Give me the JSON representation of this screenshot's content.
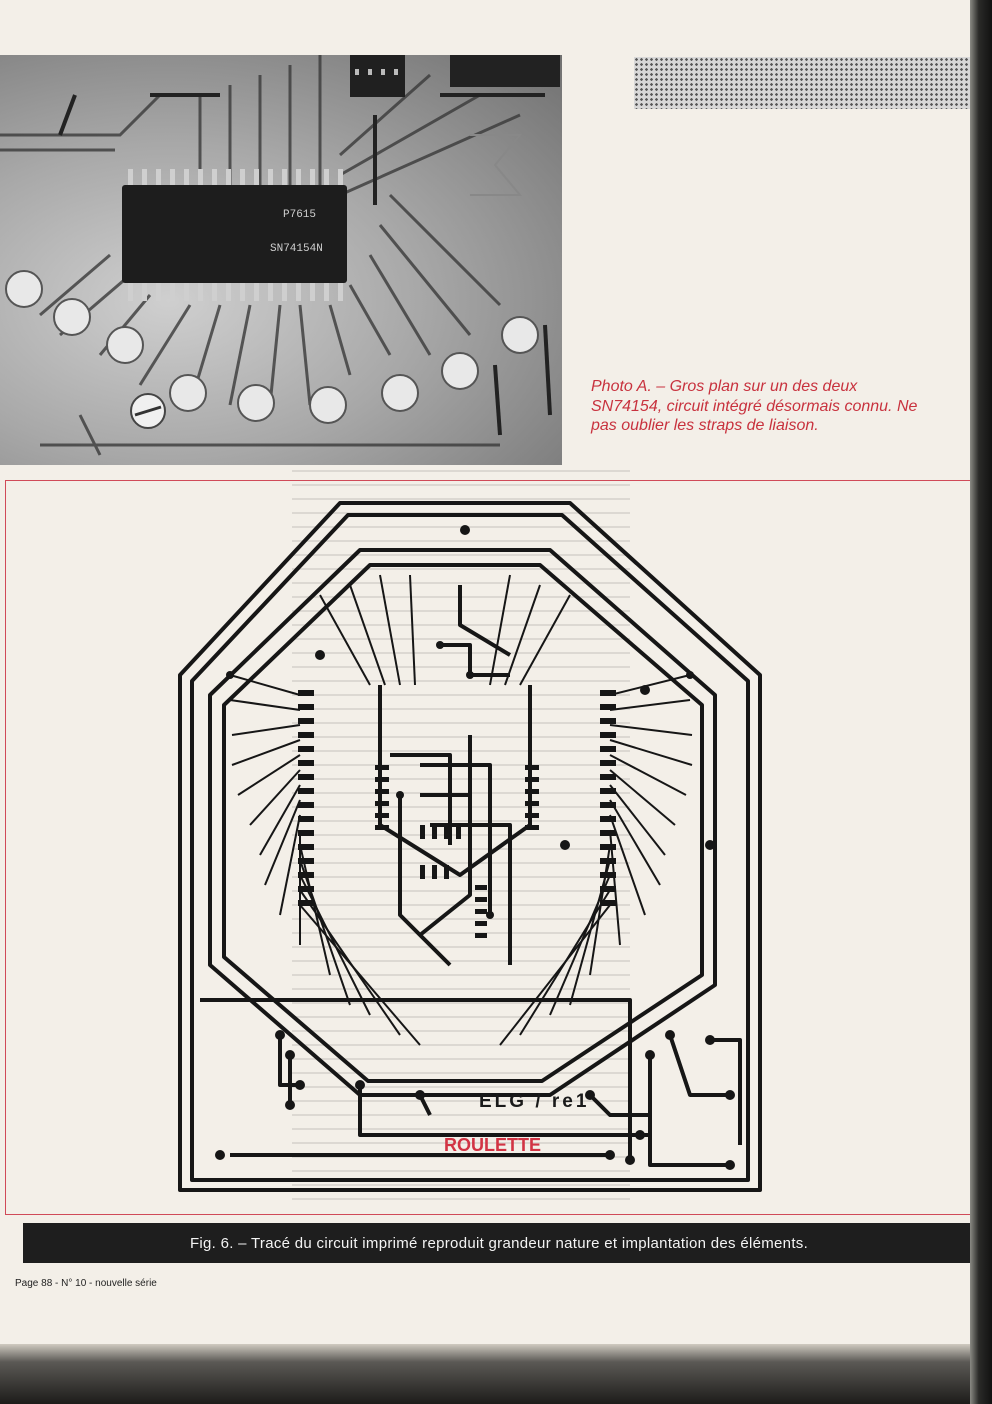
{
  "photo": {
    "chip_text": [
      "P7615",
      "SN74154N"
    ],
    "caption": "Photo A. – Gros plan sur un des deux SN74154, circuit intégré désormais connu. Ne pas oublier les straps de liaison."
  },
  "figure": {
    "board_label": "ELG / re1",
    "board_title": "ROULETTE",
    "caption": "Fig. 6. – Tracé du circuit imprimé reproduit grandeur nature et implantation des éléments."
  },
  "footer": {
    "text": "Page 88 - N° 10 - nouvelle série"
  },
  "colors": {
    "accent": "#c8323e",
    "caption_bar": "#1e1e1e"
  }
}
